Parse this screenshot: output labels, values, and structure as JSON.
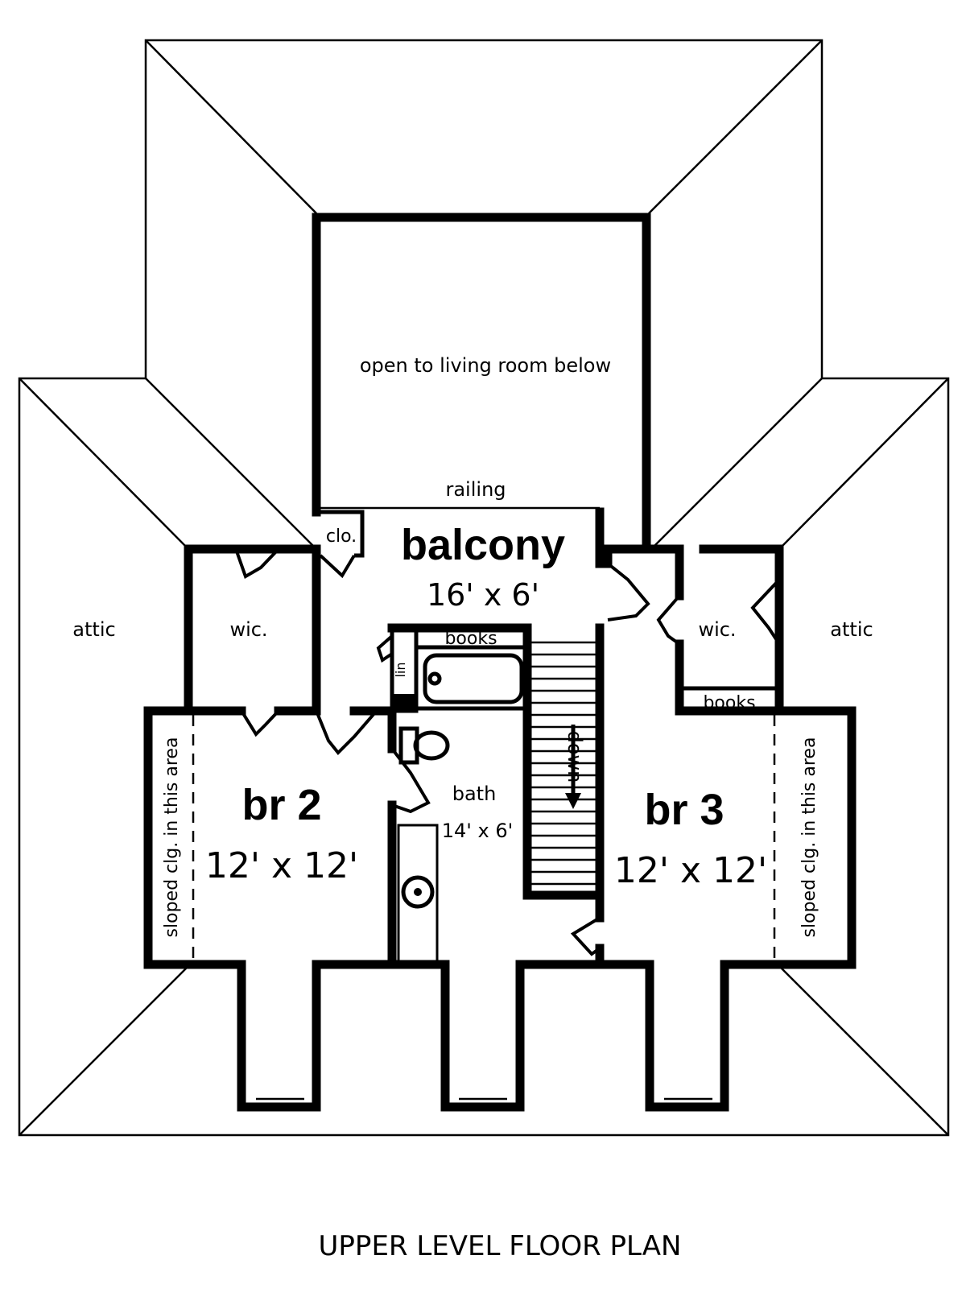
{
  "labels": {
    "open_below": "open to living room below",
    "railing": "railing",
    "balcony_name": "balcony",
    "balcony_size": "16' x 6'",
    "clo": "clo.",
    "attic_left": "attic",
    "attic_right": "attic",
    "wic_left": "wic.",
    "wic_right": "wic.",
    "books_top": "books",
    "books_right": "books",
    "lin": "lin",
    "down": "down",
    "bath_name": "bath",
    "bath_size": "14' x 6'",
    "br2_name": "br 2",
    "br2_size": "12' x 12'",
    "br3_name": "br 3",
    "br3_size": "12' x 12'",
    "sloped_left": "sloped clg. in this area",
    "sloped_right": "sloped clg. in this area",
    "plan_title": "UPPER LEVEL FLOOR PLAN"
  }
}
